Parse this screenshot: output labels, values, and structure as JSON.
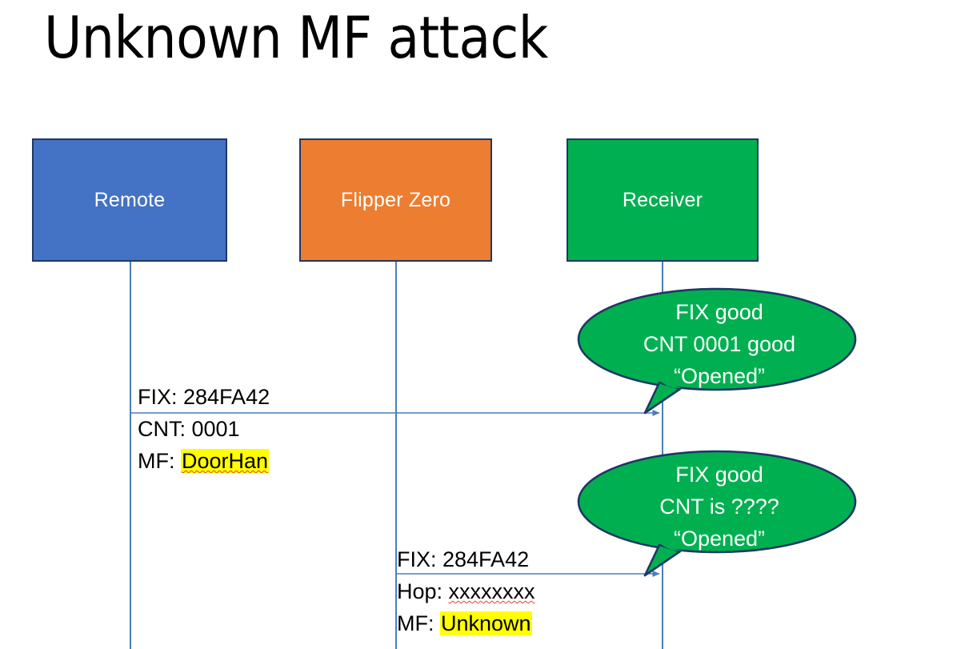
{
  "slide": {
    "title": "Unknown MF attack",
    "background": "#ffffff"
  },
  "colors": {
    "remote": "#4472C4",
    "flipper": "#ED7D31",
    "receiver": "#00B050",
    "box_border": "#1F3864",
    "lifeline": "#4A7EBB",
    "arrow": "#4A7EBB",
    "highlight": "#FFFF00",
    "spellcheck_underline": "#E8402A",
    "callout_fill": "#00B050",
    "callout_border": "#1F3864",
    "text": "#000000",
    "box_label_text": "#ffffff"
  },
  "actors": [
    {
      "id": "remote",
      "label": "Remote"
    },
    {
      "id": "flipper",
      "label": "Flipper Zero"
    },
    {
      "id": "receiver",
      "label": "Receiver"
    }
  ],
  "messages": [
    {
      "id": "msg1",
      "from": "remote",
      "to": "receiver",
      "lines": {
        "line1": "FIX: 284FA42",
        "line2": "CNT: 0001",
        "line3_label": "MF: ",
        "line3_value": "DoorHan"
      }
    },
    {
      "id": "msg2",
      "from": "flipper",
      "to": "receiver",
      "lines": {
        "line1": "FIX: 284FA42",
        "line2_label": "Hop: ",
        "line2_value": "xxxxxxxx",
        "line3_label": "MF: ",
        "line3_value": "Unknown"
      }
    }
  ],
  "callouts": [
    {
      "id": "callout1",
      "line1": "FIX good",
      "line2": "CNT 0001 good",
      "line3": "“Opened”"
    },
    {
      "id": "callout2",
      "line1": "FIX good",
      "line2": "CNT is ????",
      "line3": "“Opened”"
    }
  ]
}
